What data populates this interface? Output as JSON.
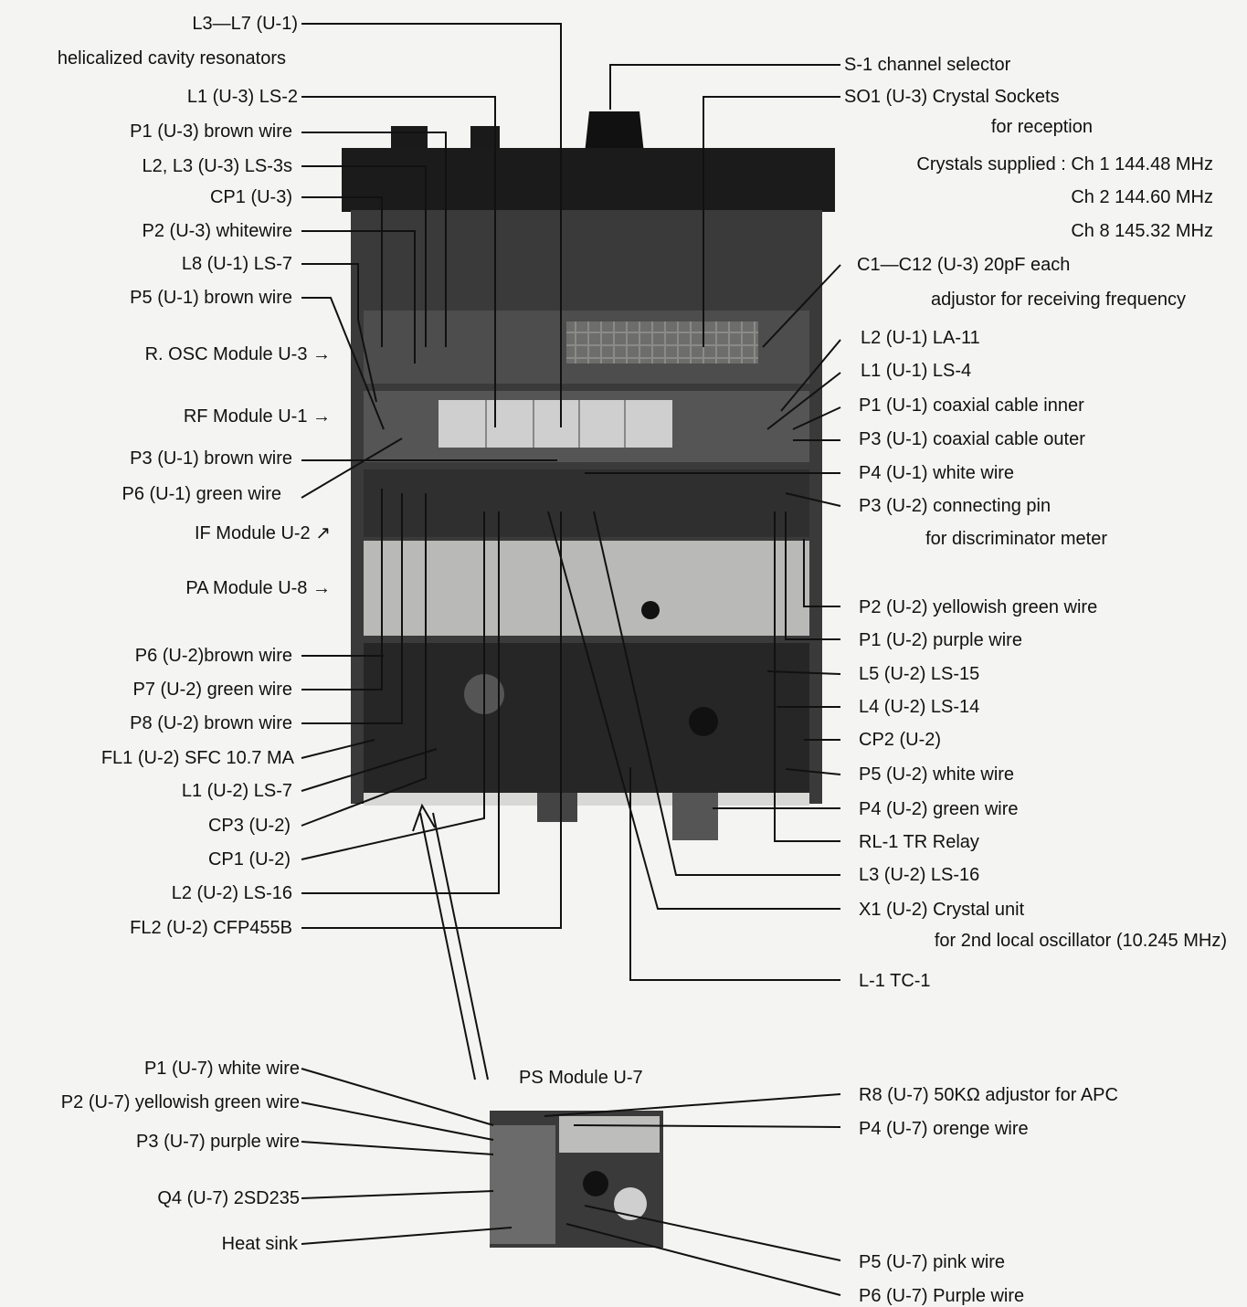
{
  "left_labels": [
    "L3—L7 (U-1)",
    "helicalized cavity resonators",
    "L1 (U-3) LS-2",
    "P1 (U-3) brown wire",
    "L2, L3 (U-3) LS-3s",
    "CP1 (U-3)",
    "P2 (U-3) whitewire",
    "L8 (U-1) LS-7",
    "P5 (U-1) brown wire",
    "R. OSC Module U-3 →",
    "RF Module U-1 →",
    "P3 (U-1) brown wire",
    "P6 (U-1) green wire",
    "IF Module U-2 ↗",
    "PA Module U-8 →",
    "P6 (U-2)brown wire",
    "P7 (U-2) green wire",
    "P8 (U-2) brown wire",
    "FL1 (U-2) SFC 10.7 MA",
    "L1 (U-2) LS-7",
    "CP3 (U-2)",
    "CP1 (U-2)",
    "L2 (U-2) LS-16",
    "FL2 (U-2) CFP455B",
    "P1 (U-7) white wire",
    "P2 (U-7) yellowish green wire",
    "P3 (U-7) purple wire",
    "Q4 (U-7) 2SD235",
    "Heat sink"
  ],
  "right_labels": [
    "S-1 channel selector",
    "SO1 (U-3) Crystal Sockets",
    "for reception",
    "Crystals supplied : Ch 1 144.48 MHz",
    "Ch 2 144.60 MHz",
    "Ch 8 145.32 MHz",
    "C1—C12 (U-3) 20pF each",
    "adjustor for receiving frequency",
    "L2 (U-1) LA-11",
    "L1 (U-1) LS-4",
    "P1 (U-1) coaxial cable inner",
    "P3 (U-1) coaxial cable outer",
    "P4 (U-1) white wire",
    "P3 (U-2) connecting pin",
    "for discriminator meter",
    "P2 (U-2) yellowish green wire",
    "P1 (U-2) purple wire",
    "L5 (U-2) LS-15",
    "L4 (U-2) LS-14",
    "CP2 (U-2)",
    "P5 (U-2) white wire",
    "P4 (U-2) green wire",
    "RL-1 TR Relay",
    "L3 (U-2) LS-16",
    "X1 (U-2) Crystal unit",
    "for 2nd local oscillator (10.245 MHz)",
    "L-1 TC-1",
    "R8 (U-7) 50KΩ adjustor for APC",
    "P4 (U-7) orenge wire",
    "P5 (U-7) pink  wire",
    "P6 (U-7) Purple wire"
  ],
  "ps_module_title": "PS Module U-7"
}
